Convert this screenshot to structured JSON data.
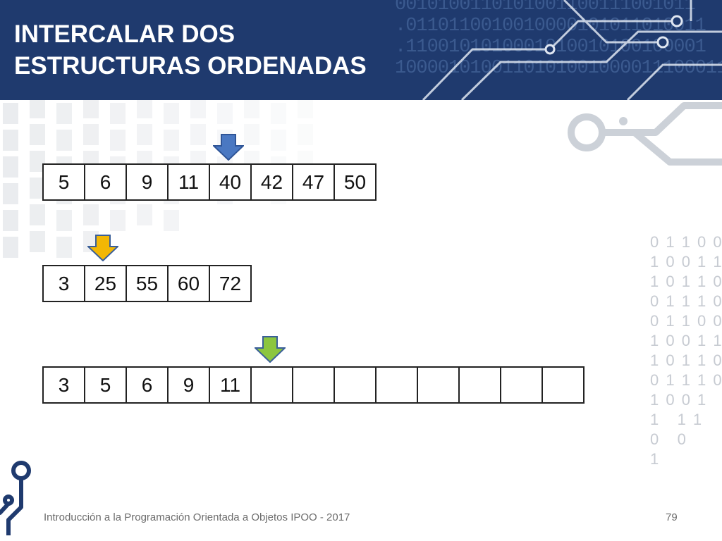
{
  "header": {
    "title_line1": "INTERCALAR DOS",
    "title_line2": "ESTRUCTURAS ORDENADAS",
    "binary_lines": [
      "0010100110101001100111001011",
      ".0110110010010000101011010011",
      ".1100101010001010010100100001",
      "1000010100110101001000011100011"
    ]
  },
  "arrays": {
    "first": [
      "5",
      "6",
      "9",
      "11",
      "40",
      "42",
      "47",
      "50"
    ],
    "second": [
      "3",
      "25",
      "55",
      "60",
      "72"
    ],
    "result": [
      "3",
      "5",
      "6",
      "9",
      "11",
      "",
      "",
      "",
      "",
      "",
      "",
      "",
      ""
    ]
  },
  "pointers": {
    "first": {
      "icon": "arrow-down-icon",
      "color": "#4a78c2"
    },
    "second": {
      "icon": "arrow-down-icon",
      "color": "#f2b705"
    },
    "result": {
      "icon": "arrow-down-icon",
      "color": "#8cc63f"
    }
  },
  "decor": {
    "binary_right": "0 1 1 0 0\n1 0 0 1 1\n1 0 1 1 0\n0 1 1 1 0\n0 1 1 0 0\n1 0 0 1 1\n1 0 1 1 0\n0 1 1 1 0\n1 0 0 1\n1   1 1\n0   0\n1"
  },
  "footer": {
    "text": "Introducción a la Programación Orientada a Objetos IPOO - 2017",
    "page_number": "79"
  },
  "colors": {
    "header_bg": "#1f3a6e",
    "accent_blue": "#4a78c2",
    "accent_yellow": "#f2b705",
    "accent_green": "#8cc63f"
  }
}
